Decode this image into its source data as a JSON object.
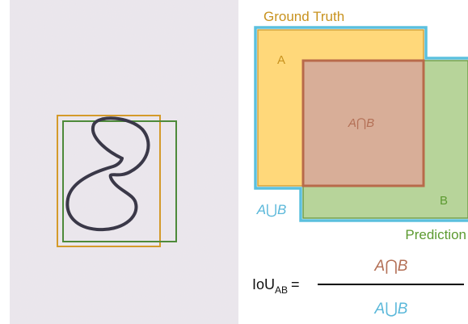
{
  "photo": {
    "description": "handwritten digit on paper with two bounding boxes",
    "ground_truth_box_color": "#D49A2A",
    "prediction_box_color": "#4E8A3A"
  },
  "venn": {
    "ground_truth_label": "Ground Truth",
    "prediction_label": "Prediction",
    "box_a_label": "A",
    "box_b_label": "B",
    "union_symbol": "A⋃B",
    "intersection_symbol": "A⋂B",
    "colors": {
      "ground_truth_fill": "#FFD87A",
      "prediction_fill": "#B7D49A",
      "intersection_fill": "#D8AE98",
      "intersection_border": "#B86A4A",
      "union_outline": "#5BC0DE",
      "ground_truth_text": "#C8921E",
      "prediction_text": "#5C9A30",
      "intersection_text": "#B36F55",
      "union_text": "#5BB8DA"
    }
  },
  "formula": {
    "lhs_main": "IoU",
    "lhs_sub": "AB",
    "equals": "=",
    "numerator": "A⋂B",
    "denominator": "A⋃B"
  }
}
